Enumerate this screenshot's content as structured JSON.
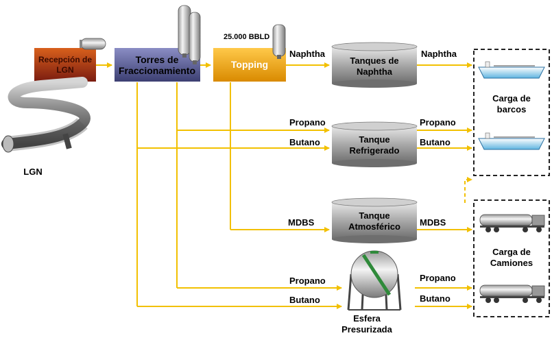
{
  "units": {
    "recepcion": [
      "Recepción de",
      "LGN"
    ],
    "torres": [
      "Torres de",
      "Fraccionamiento"
    ],
    "topping": "Topping",
    "capacity": "25.000 BBLD"
  },
  "tanks": {
    "naphtha": [
      "Tanques de",
      "Naphtha"
    ],
    "refrigerado": [
      "Tanque",
      "Refrigerado"
    ],
    "atmosferico": [
      "Tanque",
      "Atmosférico"
    ]
  },
  "sphere": [
    "Esfera",
    "Presurizada"
  ],
  "pipeline_label": "LGN",
  "flows": {
    "naphtha_in": "Naphtha",
    "naphtha_out": "Naphtha",
    "propano_in": "Propano",
    "propano_out": "Propano",
    "butano_in": "Butano",
    "butano_out": "Butano",
    "mdbs_in": "MDBS",
    "mdbs_out": "MDBS",
    "propano_sphere_in": "Propano",
    "propano_sphere_out": "Propano",
    "butano_sphere_in": "Butano",
    "butano_sphere_out": "Butano"
  },
  "destinations": {
    "barcos": [
      "Carga de",
      "barcos"
    ],
    "camiones": [
      "Carga de",
      "Camiones"
    ]
  },
  "colors": {
    "recepcion": "#b8401a",
    "torres": "#4a4d82",
    "topping": "#e89a12",
    "flow": "#f2c000",
    "tank": "#8c8c8c"
  }
}
